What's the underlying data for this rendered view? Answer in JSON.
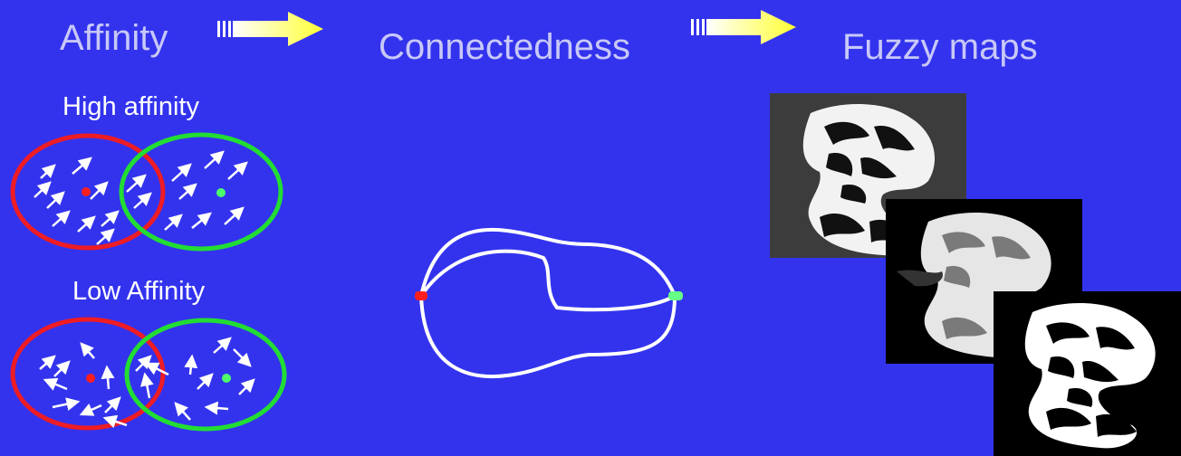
{
  "headings": {
    "affinity": "Affinity",
    "connectedness": "Connectedness",
    "fuzzy_maps": "Fuzzy maps"
  },
  "panels": {
    "high_affinity": "High affinity",
    "low_affinity": "Low Affinity"
  },
  "colors": {
    "background": "#3333ee",
    "heading_text": "#c8c8f8",
    "seed_red": "#ff1e1e",
    "seed_green": "#4cff6a",
    "circle_red": "#ee1c24",
    "circle_green": "#22dd33",
    "arrow_yellow": "#ffff33"
  },
  "icons": [
    "right-arrow-icon",
    "right-arrow-icon"
  ],
  "images": [
    "brain-fuzzy-map-1",
    "brain-fuzzy-map-2",
    "brain-fuzzy-map-3"
  ]
}
